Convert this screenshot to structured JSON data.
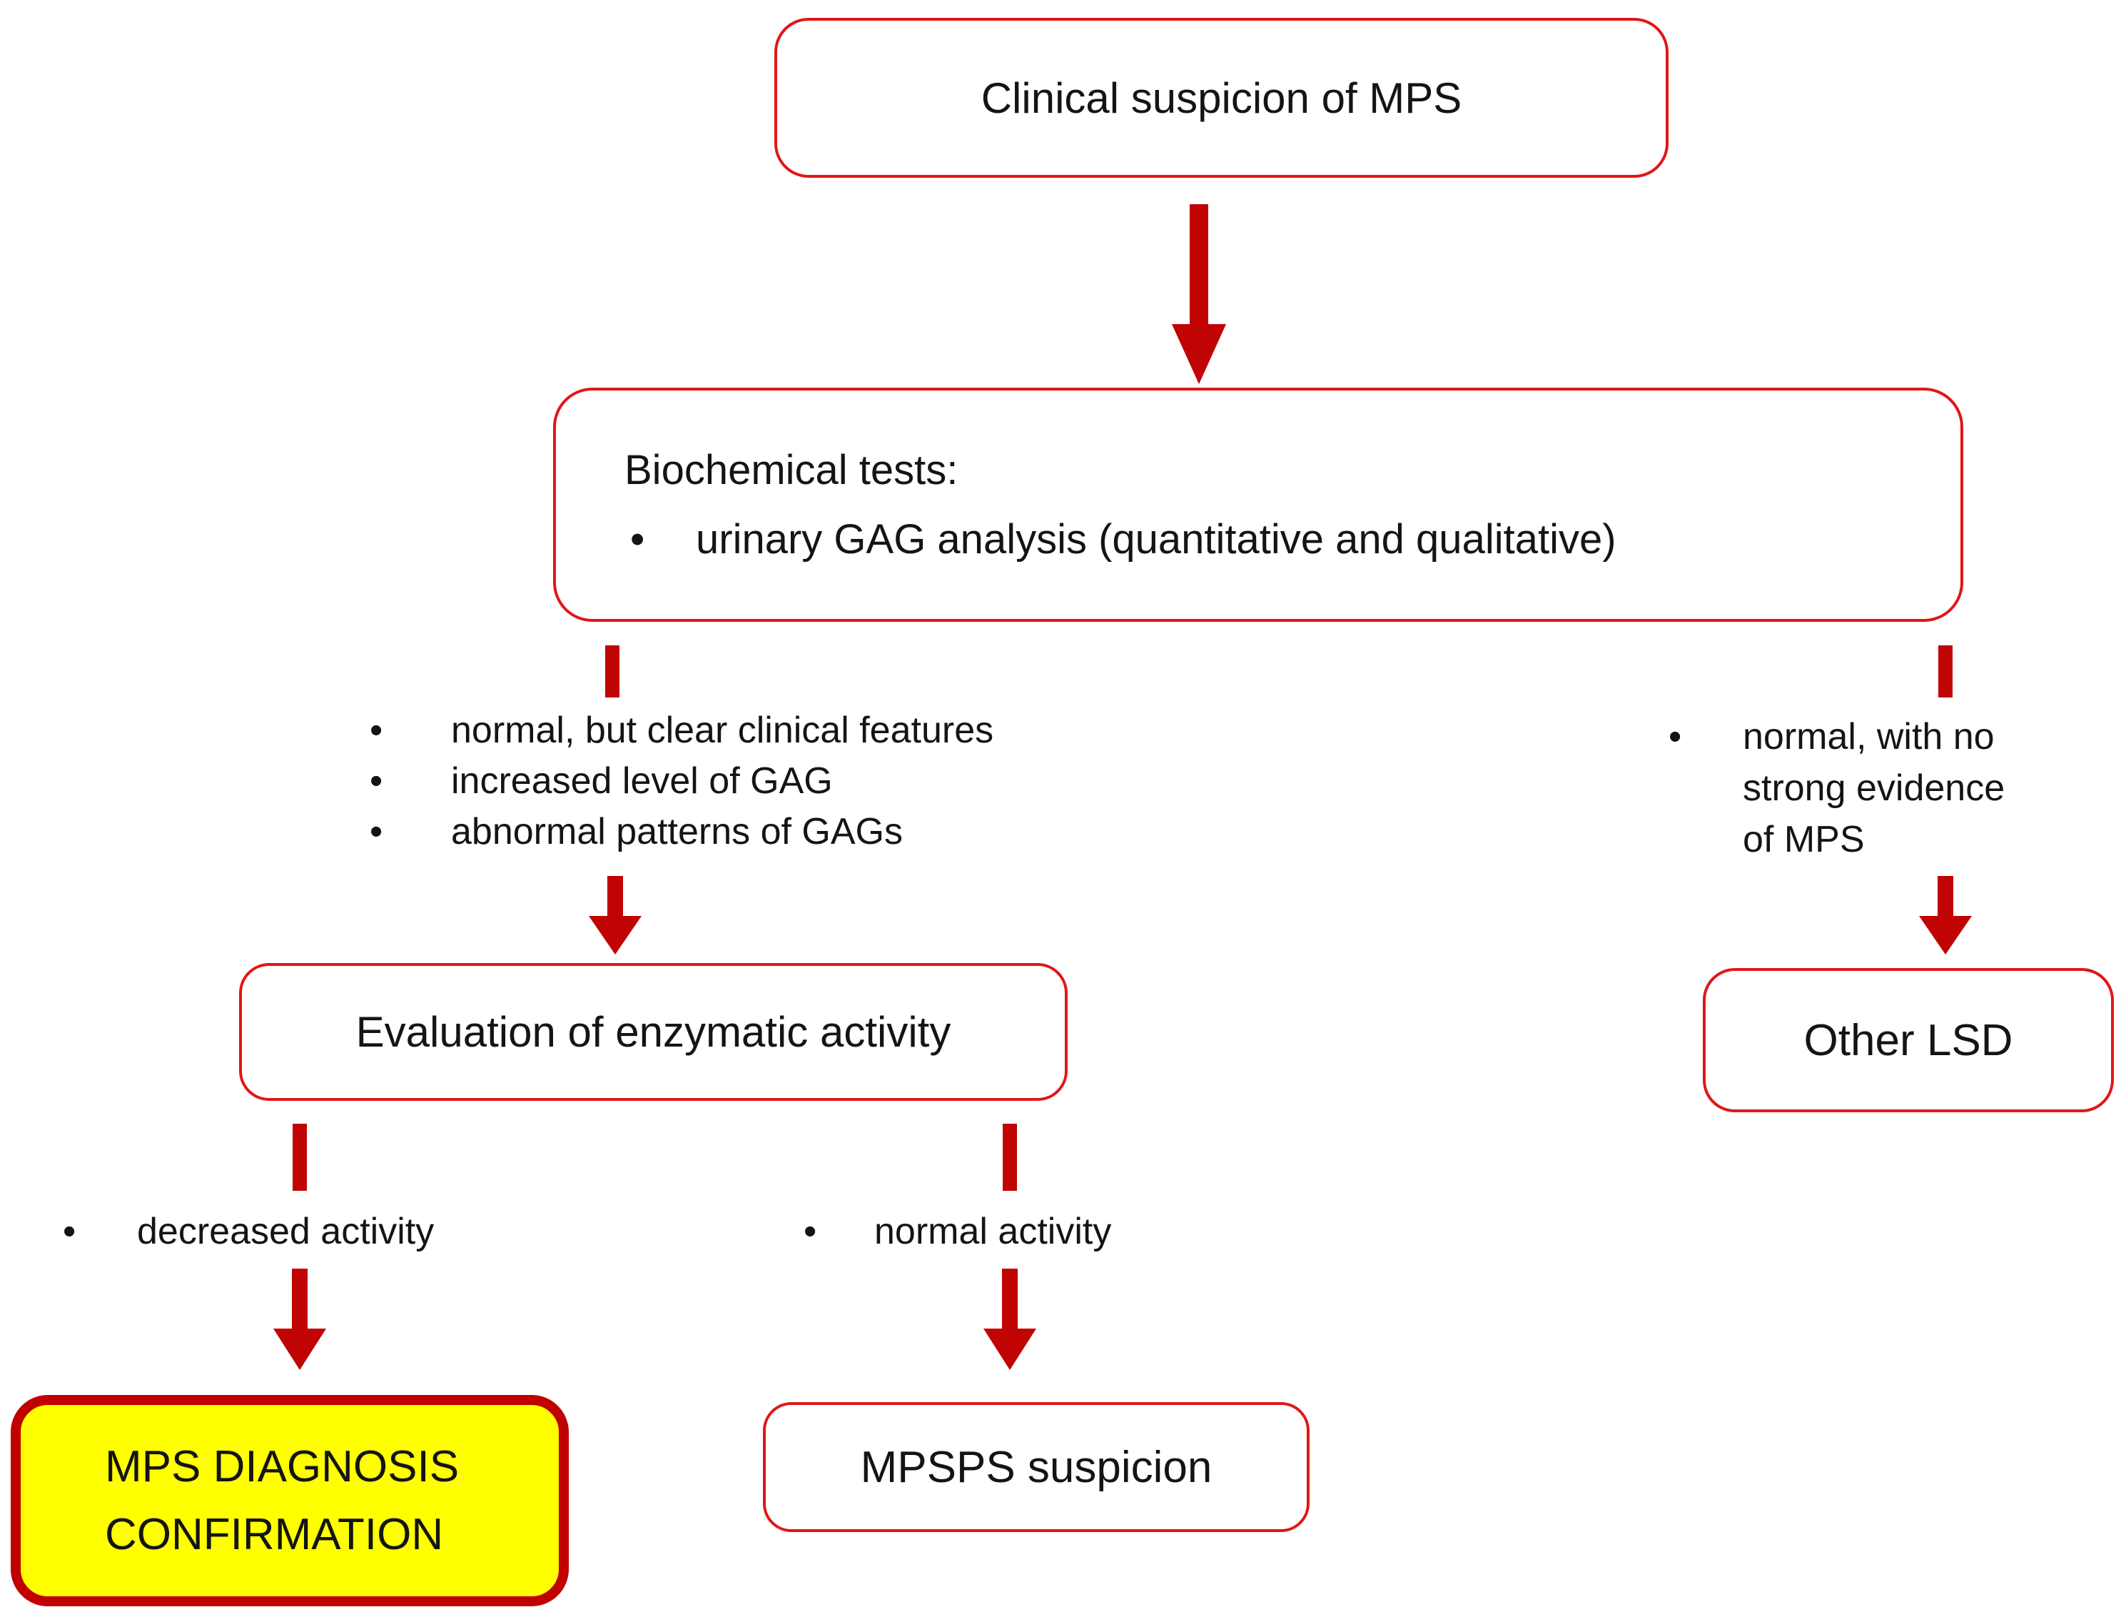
{
  "colors": {
    "box_border": "#E01717",
    "arrow": "#C00404",
    "confirm_fill": "#FFFF00",
    "confirm_border": "#C00000",
    "ink": "#141414",
    "background": "#FFFFFF"
  },
  "figure": {
    "bullet_char": "•",
    "clinical_box": "Clinical suspicion of MPS",
    "biochemical_box": {
      "title": "Biochemical tests:",
      "bullet": "urinary GAG analysis (quantitative and qualitative)"
    },
    "left_findings": [
      "normal, but clear clinical features",
      "increased level of GAG",
      "abnormal patterns of GAGs"
    ],
    "right_finding_lines": [
      "normal, with no",
      "strong evidence",
      "of MPS"
    ],
    "evaluation_box": "Evaluation of enzymatic activity",
    "decreased_activity": "decreased activity",
    "normal_activity": "normal activity",
    "confirmation_lines": [
      "MPS DIAGNOSIS",
      "CONFIRMATION"
    ],
    "mpsps_box": "MPSPS suspicion",
    "other_lsd_box": "Other LSD"
  }
}
